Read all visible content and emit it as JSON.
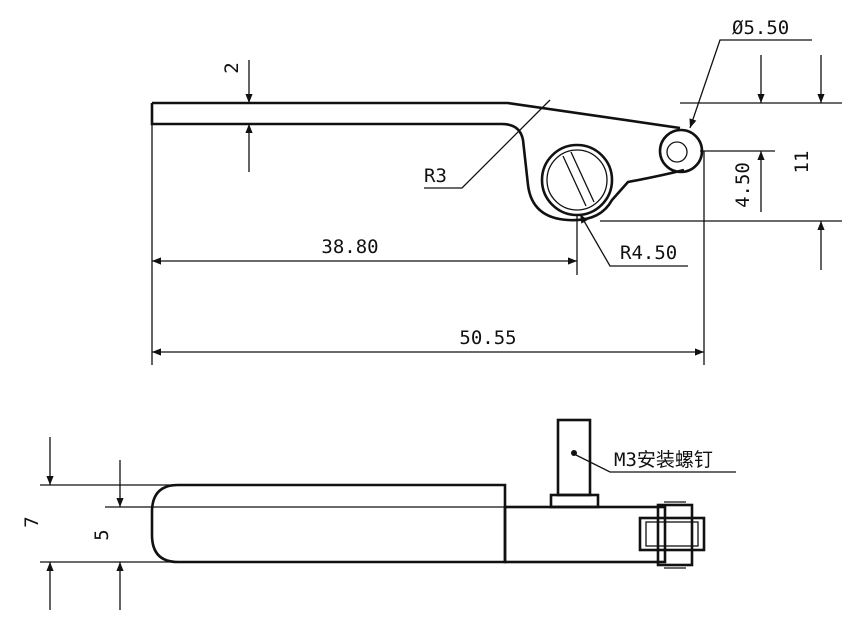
{
  "top_view": {
    "dim_thickness": "2",
    "dim_inner_radius": "R3",
    "dim_screw_center": "38.80",
    "dim_total_length": "50.55",
    "dim_screw_radius": "R4.50",
    "dim_pin_diameter": "Ø5.50",
    "dim_pin_offset": "4.50",
    "dim_height": "11"
  },
  "side_view": {
    "dim_outer_width": "7",
    "dim_arm_width": "5",
    "screw_note": "M3安装螺钉"
  }
}
